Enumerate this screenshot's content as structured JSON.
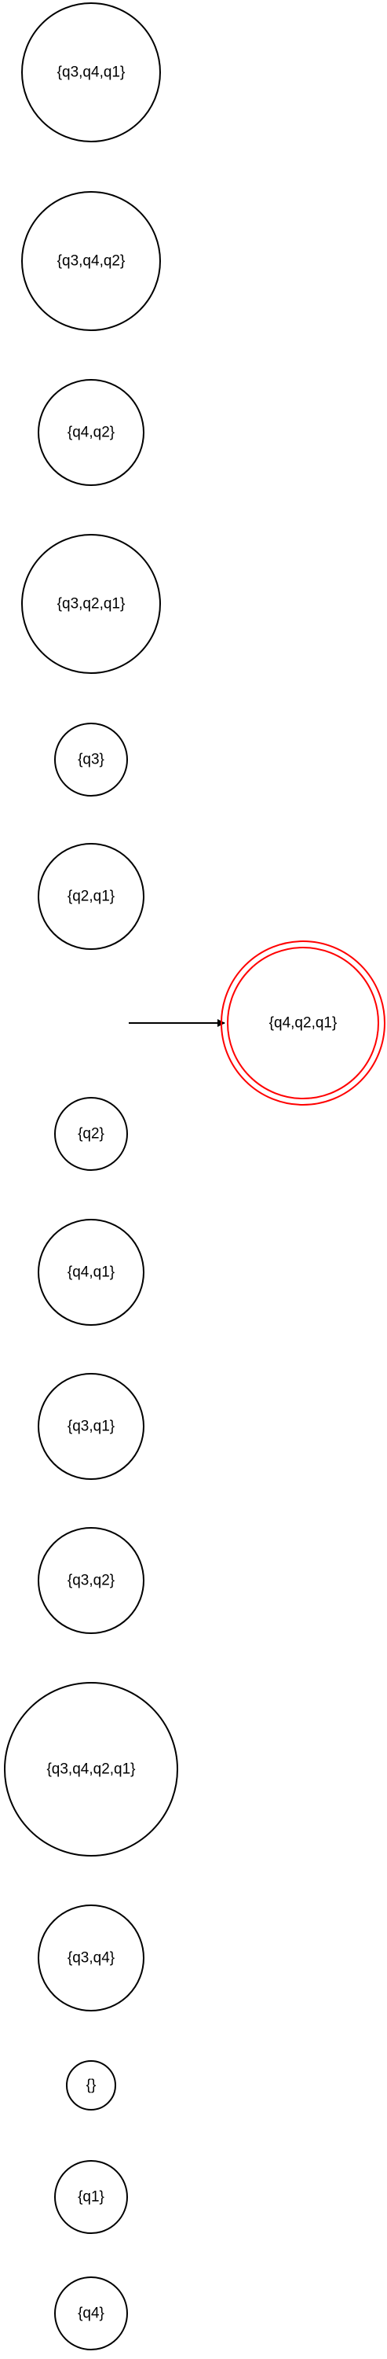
{
  "diagram": {
    "type": "state-diagram",
    "start_arrow_target": "{q4,q2,q1}",
    "states": [
      {
        "id": "s1",
        "label": "{q3,q4,q1}",
        "accepting": false,
        "color": "#000000"
      },
      {
        "id": "s2",
        "label": "{q3,q4,q2}",
        "accepting": false,
        "color": "#000000"
      },
      {
        "id": "s3",
        "label": "{q4,q2}",
        "accepting": false,
        "color": "#000000"
      },
      {
        "id": "s4",
        "label": "{q3,q2,q1}",
        "accepting": false,
        "color": "#000000"
      },
      {
        "id": "s5",
        "label": "{q3}",
        "accepting": false,
        "color": "#000000"
      },
      {
        "id": "s6",
        "label": "{q2,q1}",
        "accepting": false,
        "color": "#000000"
      },
      {
        "id": "s7",
        "label": "{q4,q2,q1}",
        "accepting": true,
        "color": "#ff0000"
      },
      {
        "id": "s8",
        "label": "{q2}",
        "accepting": false,
        "color": "#000000"
      },
      {
        "id": "s9",
        "label": "{q4,q1}",
        "accepting": false,
        "color": "#000000"
      },
      {
        "id": "s10",
        "label": "{q3,q1}",
        "accepting": false,
        "color": "#000000"
      },
      {
        "id": "s11",
        "label": "{q3,q2}",
        "accepting": false,
        "color": "#000000"
      },
      {
        "id": "s12",
        "label": "{q3,q4,q2,q1}",
        "accepting": false,
        "color": "#000000"
      },
      {
        "id": "s13",
        "label": "{q3,q4}",
        "accepting": false,
        "color": "#000000"
      },
      {
        "id": "s14",
        "label": "{}",
        "accepting": false,
        "color": "#000000"
      },
      {
        "id": "s15",
        "label": "{q1}",
        "accepting": false,
        "color": "#000000"
      },
      {
        "id": "s16",
        "label": "{q4}",
        "accepting": false,
        "color": "#000000"
      }
    ]
  }
}
